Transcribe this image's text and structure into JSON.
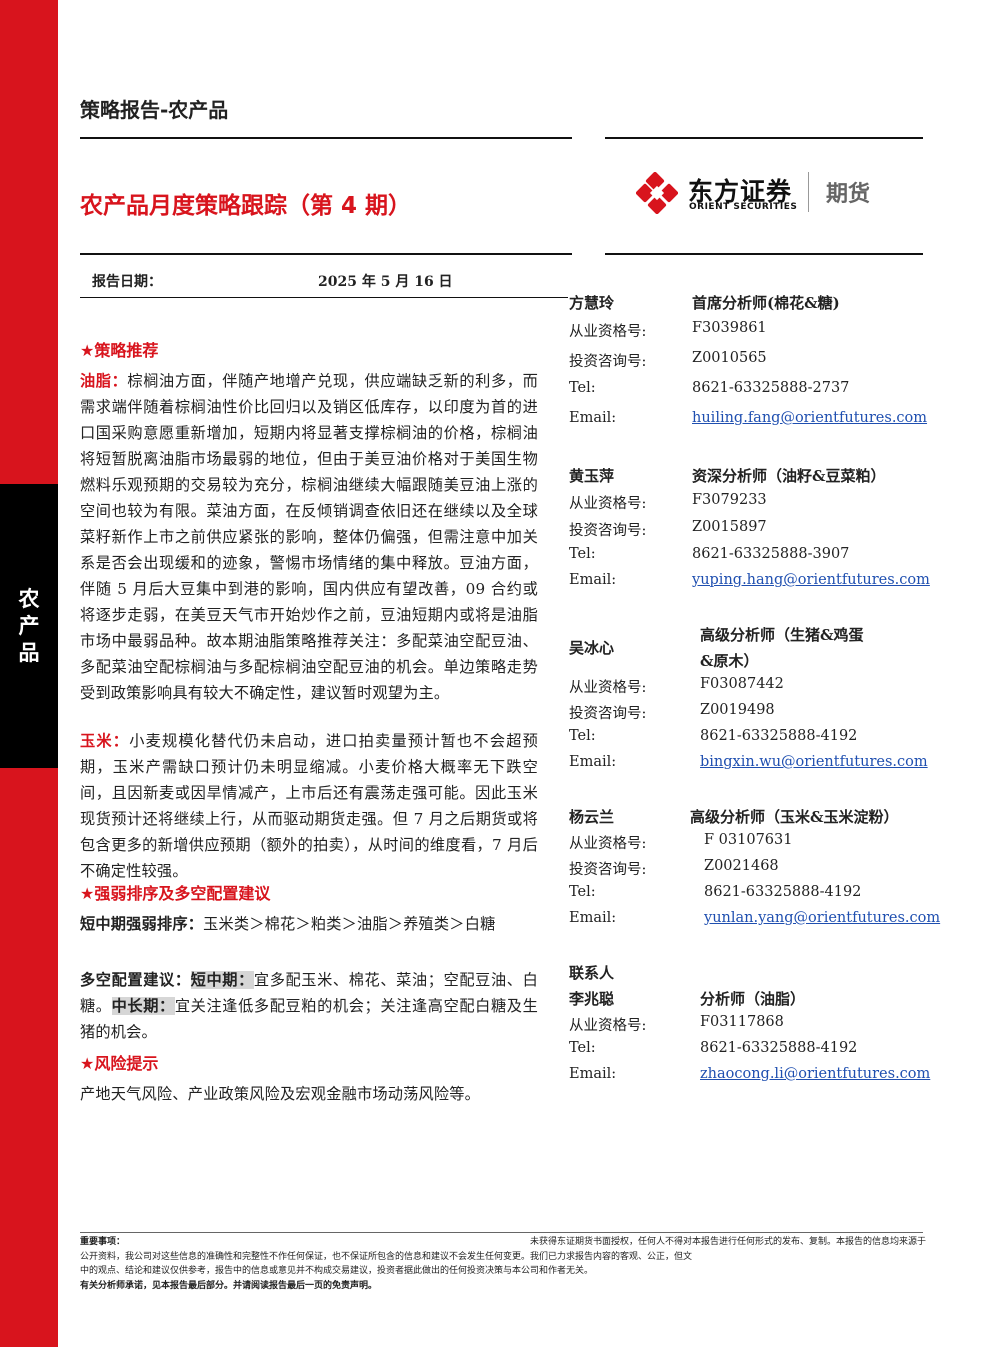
{
  "side_label": [
    "农",
    "产",
    "品"
  ],
  "header": {
    "category": "策略报告-农产品",
    "report_title": "农产品月度策略跟踪（第 4 期）",
    "logo_cn": "东方证券",
    "logo_en": "ORIENT SECURITIES",
    "logo_futures": "期货",
    "date_label": "报告日期：",
    "date_value": "2025 年 5 月 16 日"
  },
  "colors": {
    "brand_red": "#d8141d",
    "link_blue": "#1f4fb0"
  },
  "body": {
    "sec1_title": "策略推荐",
    "oil_label": "油脂：",
    "oil_text": "棕榈油方面，伴随产地增产兑现，供应端缺乏新的利多，而需求端伴随着棕榈油性价比回归以及销区低库存，以印度为首的进口国采购意愿重新增加，短期内将显著支撑棕榈油的价格，棕榈油将短暂脱离油脂市场最弱的地位，但由于美豆油价格对于美国生物燃料乐观预期的交易较为充分，棕榈油继续大幅跟随美豆油上涨的空间也较为有限。菜油方面，在反倾销调查依旧还在继续以及全球菜籽新作上市之前供应紧张的影响，整体仍偏强，但需注意中加关系是否会出现缓和的迹象，警惕市场情绪的集中释放。豆油方面，伴随 5 月后大豆集中到港的影响，国内供应有望改善，09 合约或将逐步走弱，在美豆天气市开始炒作之前，豆油短期内或将是油脂市场中最弱品种。故本期油脂策略推荐关注：多配菜油空配豆油、多配菜油空配棕榈油与多配棕榈油空配豆油的机会。单边策略走势受到政策影响具有较大不确定性，建议暂时观望为主。",
    "corn_label": "玉米：",
    "corn_text": "小麦规模化替代仍未启动，进口拍卖量预计暂也不会超预期，玉米产需缺口预计仍未明显缩减。小麦价格大概率无下跌空间，且因新麦或因旱情减产，上市后还有震荡走强可能。因此玉米现货预计还将继续上行，从而驱动期货走强。但 7 月之后期货或将包含更多的新增供应预期（额外的拍卖），从时间的维度看，7 月后不确定性较强。",
    "sec2_title": "强弱排序及多空配置建议",
    "rank_label": "短中期强弱排序：",
    "rank_text": "玉米类＞棉花＞粕类＞油脂＞养殖类＞白糖",
    "alloc_label": "多空配置建议：",
    "short_label": "短中期：",
    "short_text": "宜多配玉米、棉花、菜油；空配豆油、白糖。",
    "mid_label": "中长期：",
    "mid_text": "宜关注逢低多配豆粕的机会；关注逢高空配白糖及生猪的机会。",
    "sec3_title": "风险提示",
    "risk_text": "产地天气风险、产业政策风险及宏观金融市场动荡风险等。"
  },
  "labels": {
    "qual": "从业资格号:",
    "invest": "投资咨询号:",
    "tel": "Tel:",
    "email": "Email:",
    "contact": "联系人"
  },
  "analysts": [
    {
      "name": "方慧玲",
      "role": "首席分析师(棉花&糖)",
      "qual": "F3039861",
      "invest": "Z0010565",
      "tel": "8621-63325888-2737",
      "email": "huiling.fang@orientfutures.com"
    },
    {
      "name": "黄玉萍",
      "role": "资深分析师（油籽&豆菜粕）",
      "qual": "F3079233",
      "invest": "Z0015897",
      "tel": "8621-63325888-3907",
      "email": "yuping.hang@orientfutures.com"
    },
    {
      "name": "吴冰心",
      "role": "高级分析师（生猪&鸡蛋",
      "role2": "&原木）",
      "qual": "F03087442",
      "invest": "Z0019498",
      "tel": "8621-63325888-4192",
      "email": "bingxin.wu@orientfutures.com"
    },
    {
      "name": "杨云兰",
      "role": "高级分析师（玉米&玉米淀粉）",
      "qual": "F 03107631",
      "invest": "Z0021468",
      "tel": "8621-63325888-4192",
      "email": "yunlan.yang@orientfutures.com"
    },
    {
      "name": "李兆聪",
      "role": "分析师（油脂）",
      "qual": "F03117868",
      "tel": "8621-63325888-4192",
      "email": "zhaocong.li@orientfutures.com"
    }
  ],
  "footer": {
    "notice_label": "重要事项：",
    "notice_text1": "未获得东证期货书面授权，任何人不得对本报告进行任何形式的发布、复制。本报告的信息均来源于",
    "notice_text2": "公开资料，我公司对这些信息的准确性和完整性不作任何保证，也不保证所包含的信息和建议不会发生任何变更。我们已力求报告内容的客观、公正，但文",
    "notice_text3": "中的观点、结论和建议仅供参考，报告中的信息或意见并不构成交易建议，投资者据此做出的任何投资决策与本公司和作者无关。",
    "notice_bold": "有关分析师承诺，见本报告最后部分。并请阅读报告最后一页的免责声明。"
  }
}
